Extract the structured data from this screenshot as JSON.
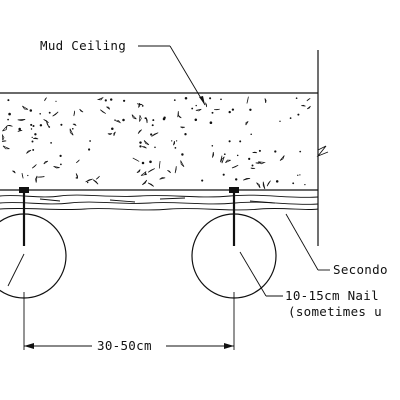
{
  "labels": {
    "mud_ceiling": "Mud Ceiling",
    "secondary": "Secondo",
    "nail_line1": "10-15cm Nail",
    "nail_line2": "(sometimes u",
    "spacing": "30-50cm"
  }
}
